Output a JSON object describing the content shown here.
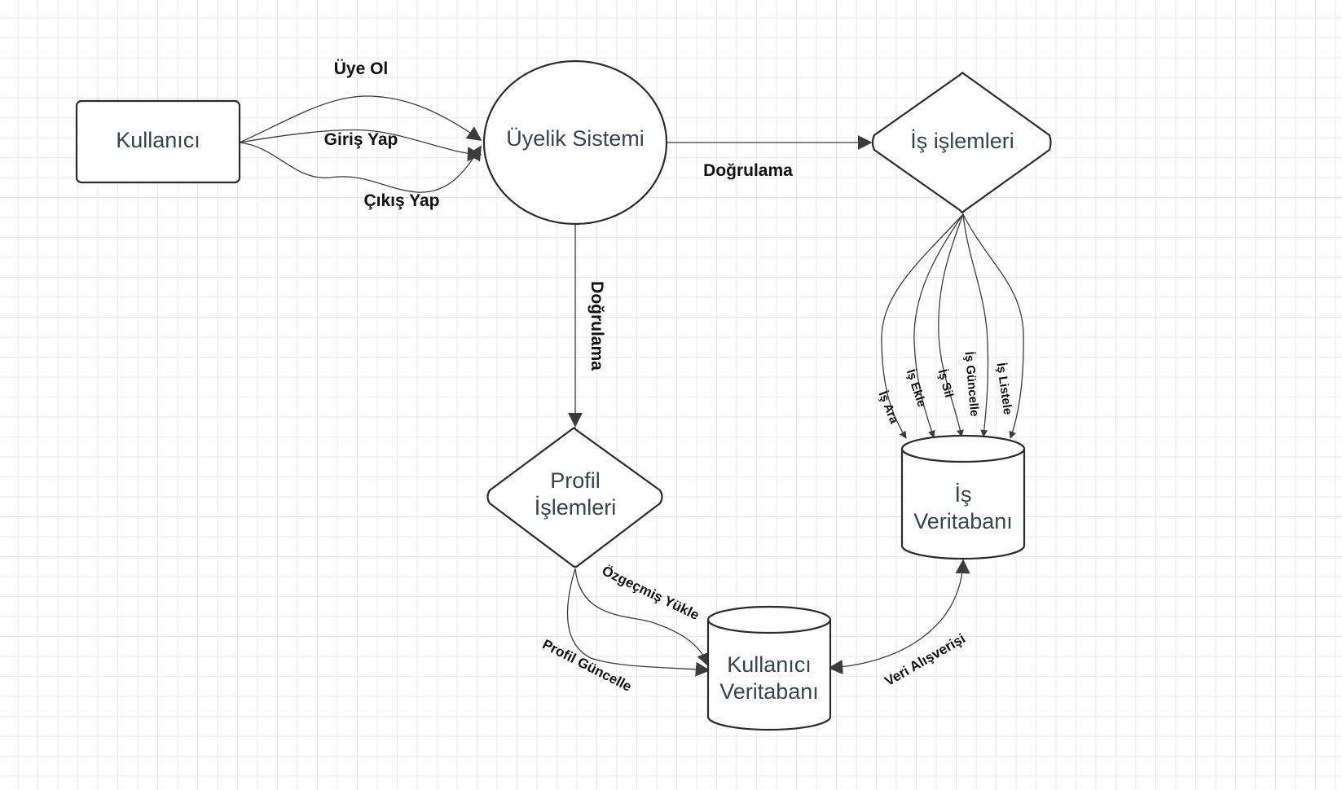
{
  "nodes": {
    "kullanici": "Kullanıcı",
    "uyelik_sistemi": "Üyelik Sistemi",
    "is_islemleri": "İş işlemleri",
    "profil_islemleri": [
      "Profil",
      "İşlemleri"
    ],
    "is_veritabani": [
      "İş",
      "Veritabanı"
    ],
    "kullanici_veritabani": [
      "Kullanıcı",
      "Veritabanı"
    ]
  },
  "edges": {
    "uye_ol": "Üye Ol",
    "giris_yap": "Giriş Yap",
    "cikis_yap": "Çıkış Yap",
    "dogrulama_horizontal": "Doğrulama",
    "dogrulama_vertical": "Doğrulama",
    "is_ara": "İş Ara",
    "is_ekle": "İş Ekle",
    "is_sil": "İş Sil",
    "is_guncelle": "İş Güncelle",
    "is_listele": "İş Listele",
    "ozgecmis_yukle": "Özgeçmiş Yükle",
    "profil_guncelle": "Profil Güncelle",
    "veri_alisverisi": "Veri Alışverişi"
  }
}
